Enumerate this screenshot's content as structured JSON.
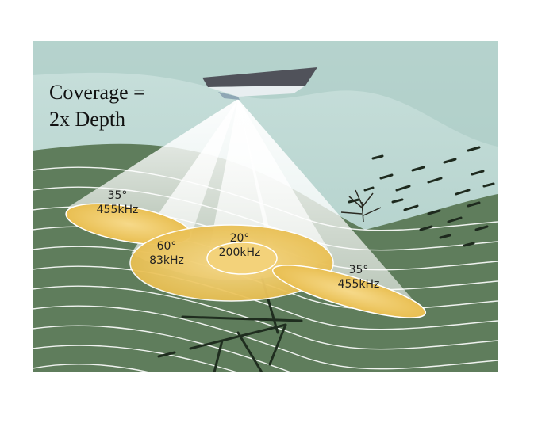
{
  "title": {
    "line1": "Coverage =",
    "line2": "2x Depth"
  },
  "beams": [
    {
      "angle": "35°",
      "frequency": "455kHz",
      "position": "left"
    },
    {
      "angle": "60°",
      "frequency": "83kHz",
      "position": "center-wide"
    },
    {
      "angle": "20°",
      "frequency": "200kHz",
      "position": "center-narrow"
    },
    {
      "angle": "35°",
      "frequency": "455kHz",
      "position": "right"
    }
  ],
  "colors": {
    "water": "#b9d6d0",
    "seabed": "#5d7a5a",
    "coverage": "#f0c85a",
    "beam": "#ffffff"
  }
}
